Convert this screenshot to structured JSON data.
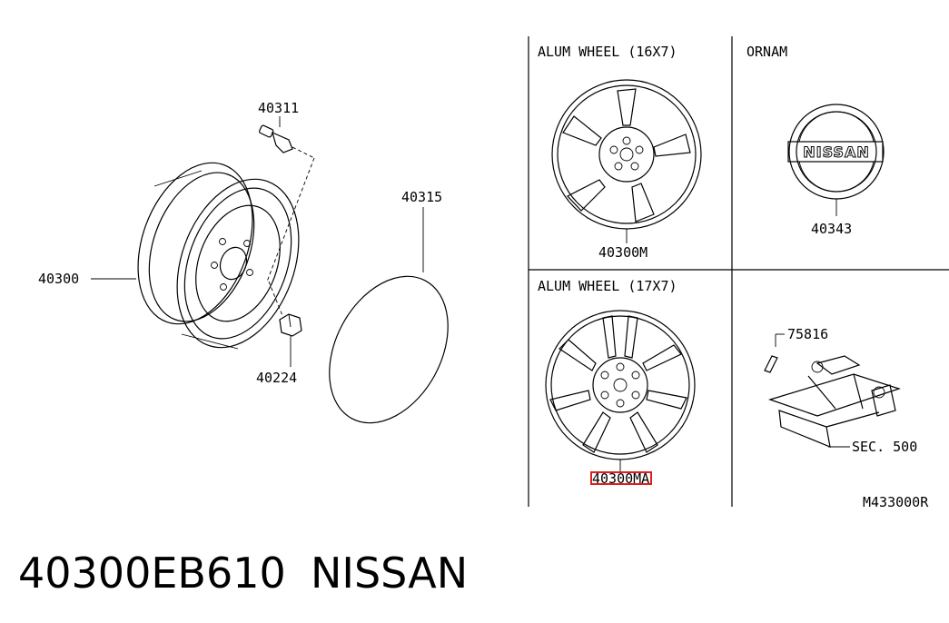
{
  "labels": {
    "p40311": "40311",
    "p40315": "40315",
    "p40300": "40300",
    "p40224": "40224",
    "alum16": "ALUM WHEEL (16X7)",
    "ornam": "ORNAM",
    "p40300m": "40300M",
    "p40343": "40343",
    "alum17": "ALUM WHEEL (17X7)",
    "p75816": "75816",
    "p40300ma": "40300MA",
    "sec500": "SEC. 500",
    "diagram_code": "M433000R",
    "nissan_logo": "NISSAN"
  },
  "footer": {
    "part_number": "40300EB610",
    "brand": "NISSAN"
  },
  "colors": {
    "ink": "#000000",
    "highlight": "#e02020",
    "background": "#ffffff"
  }
}
